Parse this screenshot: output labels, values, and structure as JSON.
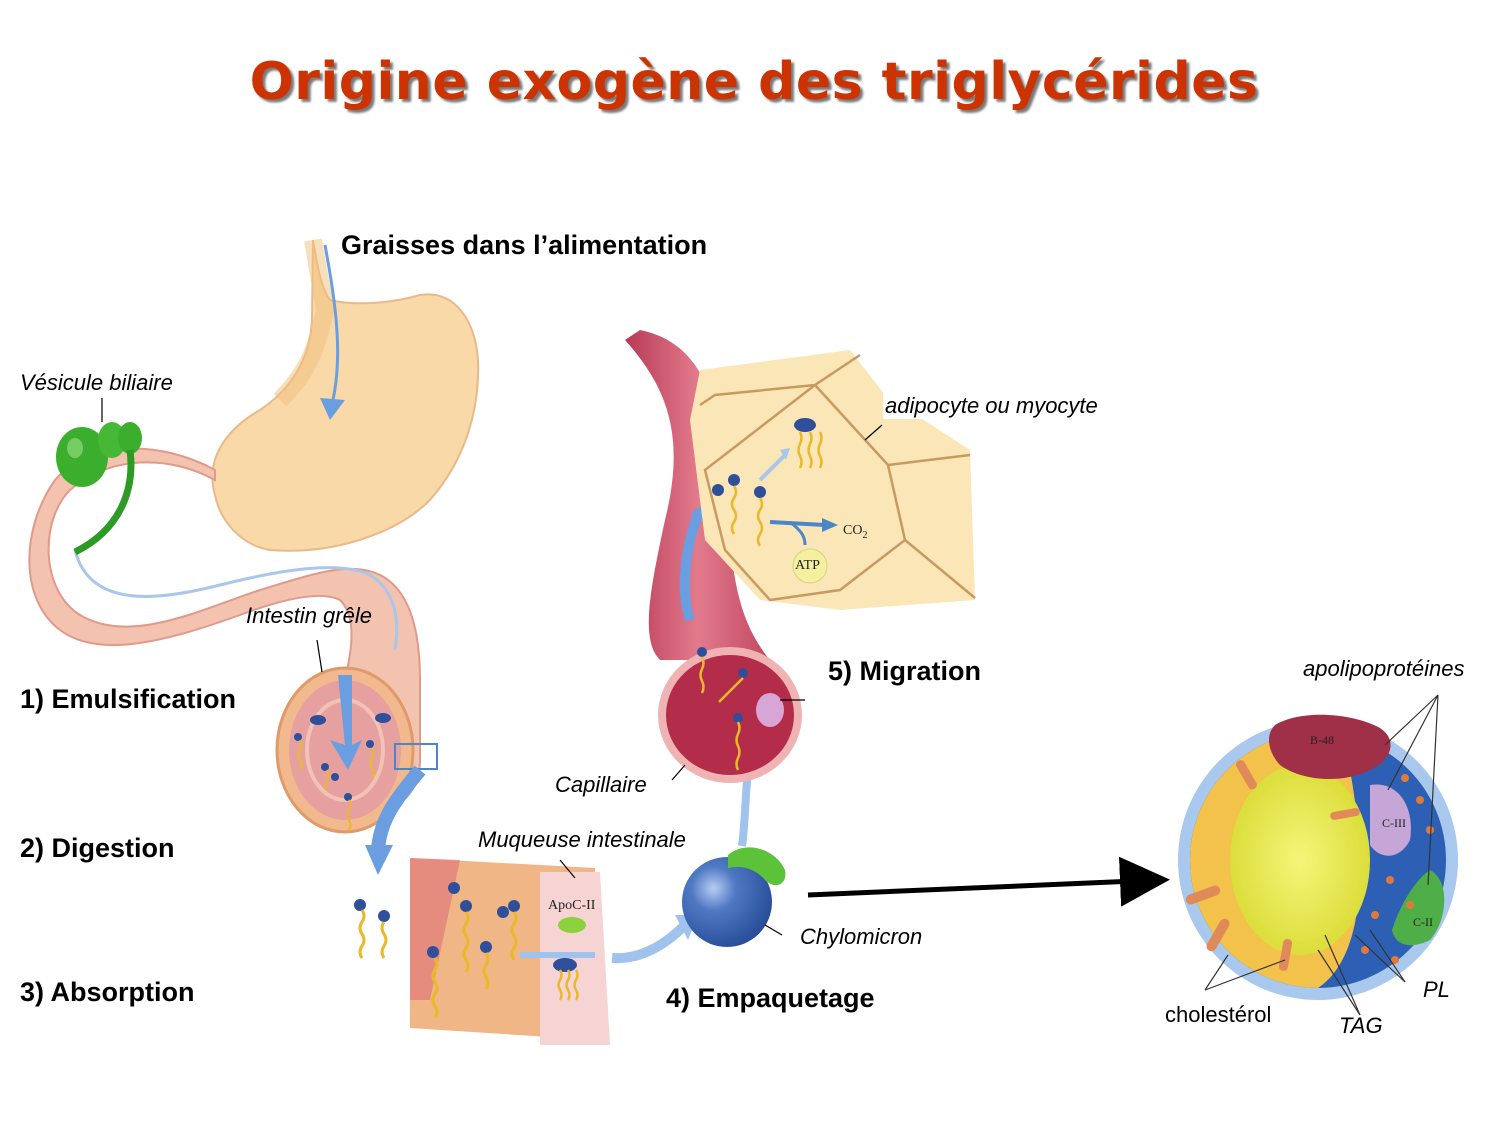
{
  "title": "Origine exogène des triglycérides",
  "colors": {
    "title": "#cc3300",
    "stomach": "#f9d9a8",
    "intestine": "#f3c3b0",
    "gallbladder": "#3cae2e",
    "capillary": "#c9485e",
    "adipocyte": "#fbe6b8",
    "chylomicron": "#3d66b4",
    "arrow_blue": "#6a9ee0",
    "fatty_acid": "#e9b92a",
    "apoB48": "#a03047",
    "apoCIII": "#c6a6d6",
    "apoCII": "#4fae48",
    "cholesterol": "#e08a5a"
  },
  "labels": {
    "dietary_fat": "Graisses dans l’alimentation",
    "gallbladder": "Vésicule biliaire",
    "small_intestine": "Intestin grêle",
    "intestinal_mucosa": "Muqueuse intestinale",
    "apoC2_small": "ApoC-II",
    "chylomicron": "Chylomicron",
    "capillary": "Capillaire",
    "target_cell": "adipocyte ou myocyte",
    "co2": "CO",
    "co2_sub": "2",
    "atp": "ATP"
  },
  "steps": [
    {
      "label": "1) Emulsification"
    },
    {
      "label": "2) Digestion"
    },
    {
      "label": "3) Absorption"
    },
    {
      "label": "4) Empaquetage"
    },
    {
      "label": "5) Migration"
    }
  ],
  "chylomicron_detail": {
    "apolipoproteins_label": "apolipoprotéines",
    "apo_b48": "B-48",
    "apo_c3": "C-III",
    "apo_c2": "C-II",
    "cholesterol_label": "cholestérol",
    "tag_label": "TAG",
    "pl_label": "PL"
  }
}
